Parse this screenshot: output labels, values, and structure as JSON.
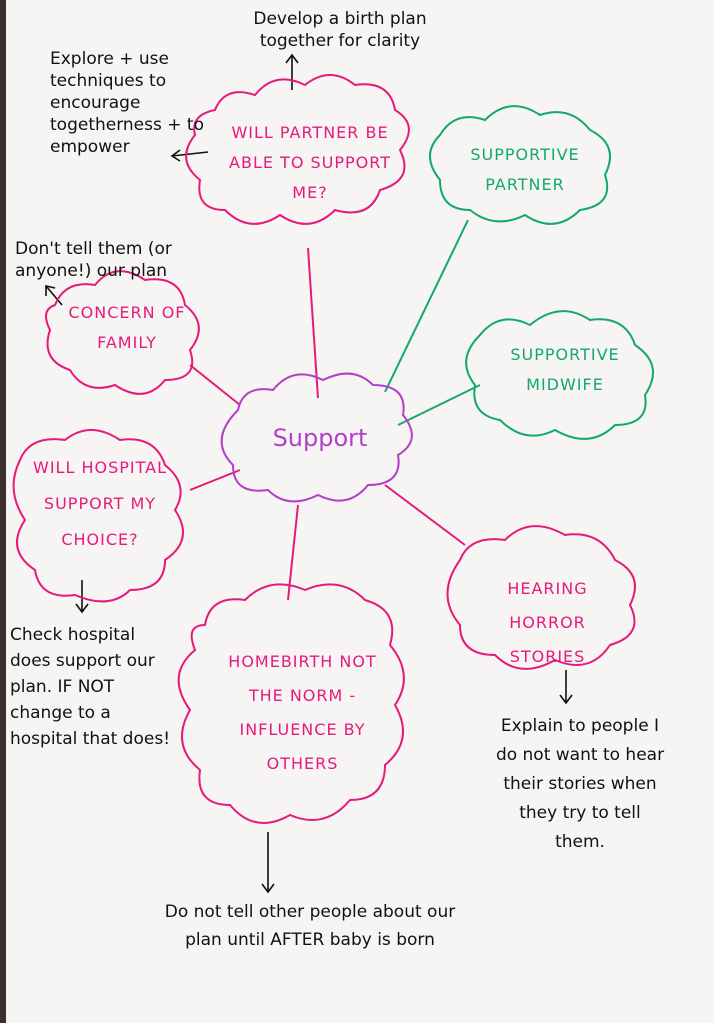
{
  "center": {
    "label": "Support"
  },
  "nodes": [
    {
      "label": "WILL PARTNER BE ABLE TO SUPPORT ME?"
    },
    {
      "label": "SUPPORTIVE PARTNER"
    },
    {
      "label": "CONCERN OF FAMILY"
    },
    {
      "label": "SUPPORTIVE MIDWIFE"
    },
    {
      "label": "WILL HOSPITAL SUPPORT MY CHOICE?"
    },
    {
      "label": "HOMEBIRTH NOT THE NORM - INFLUENCE BY OTHERS"
    },
    {
      "label": "HEARING HORROR STORIES"
    }
  ],
  "notes": [
    {
      "text": "Develop a birth plan together for clarity"
    },
    {
      "text": "Explore + use techniques to encourage togetherness + to empower"
    },
    {
      "text": "Don't tell them (or anyone!) our plan"
    },
    {
      "text": "Check hospital does support our plan. IF NOT change to a hospital that does!"
    },
    {
      "text": "Explain to people I do not want to hear their stories when they try to tell them."
    },
    {
      "text": "Do not tell other people about our plan until AFTER baby is born"
    }
  ],
  "colors": {
    "pink": "#e51a7c",
    "green": "#12a870",
    "purple": "#b23fc8",
    "ink": "#111111"
  }
}
